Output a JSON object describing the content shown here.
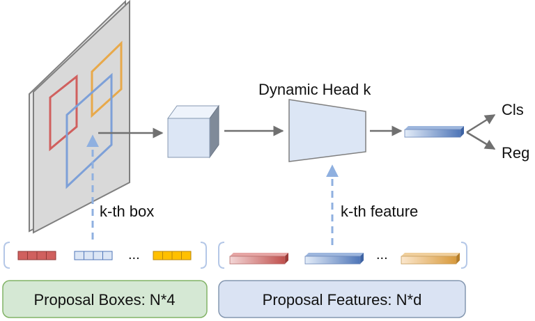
{
  "labels": {
    "dynamic_head": "Dynamic Head k",
    "cls": "Cls",
    "reg": "Reg",
    "kth_box": "k-th box",
    "kth_feature": "k-th feature",
    "ellipsis_boxes": "...",
    "ellipsis_features": "...",
    "proposal_boxes": "Proposal Boxes: N*4",
    "proposal_features": "Proposal Features: N*d"
  },
  "colors": {
    "frame_fill": "#d9d9d9",
    "frame_edge": "#7f7f7f",
    "box_red": "#d0605e",
    "box_orange": "#e8a94a",
    "box_blue": "#7da0d8",
    "arrow_gray": "#707070",
    "arrow_dashed_blue": "#8fb0e0",
    "cube_fill": "#dce6f5",
    "head_fill": "#dce6f5",
    "pill_green": "#d5e8d4",
    "pill_green_edge": "#82b366",
    "pill_blue": "#dae3f3",
    "pill_blue_edge": "#8497b0",
    "brace": "#b4c7e7"
  }
}
